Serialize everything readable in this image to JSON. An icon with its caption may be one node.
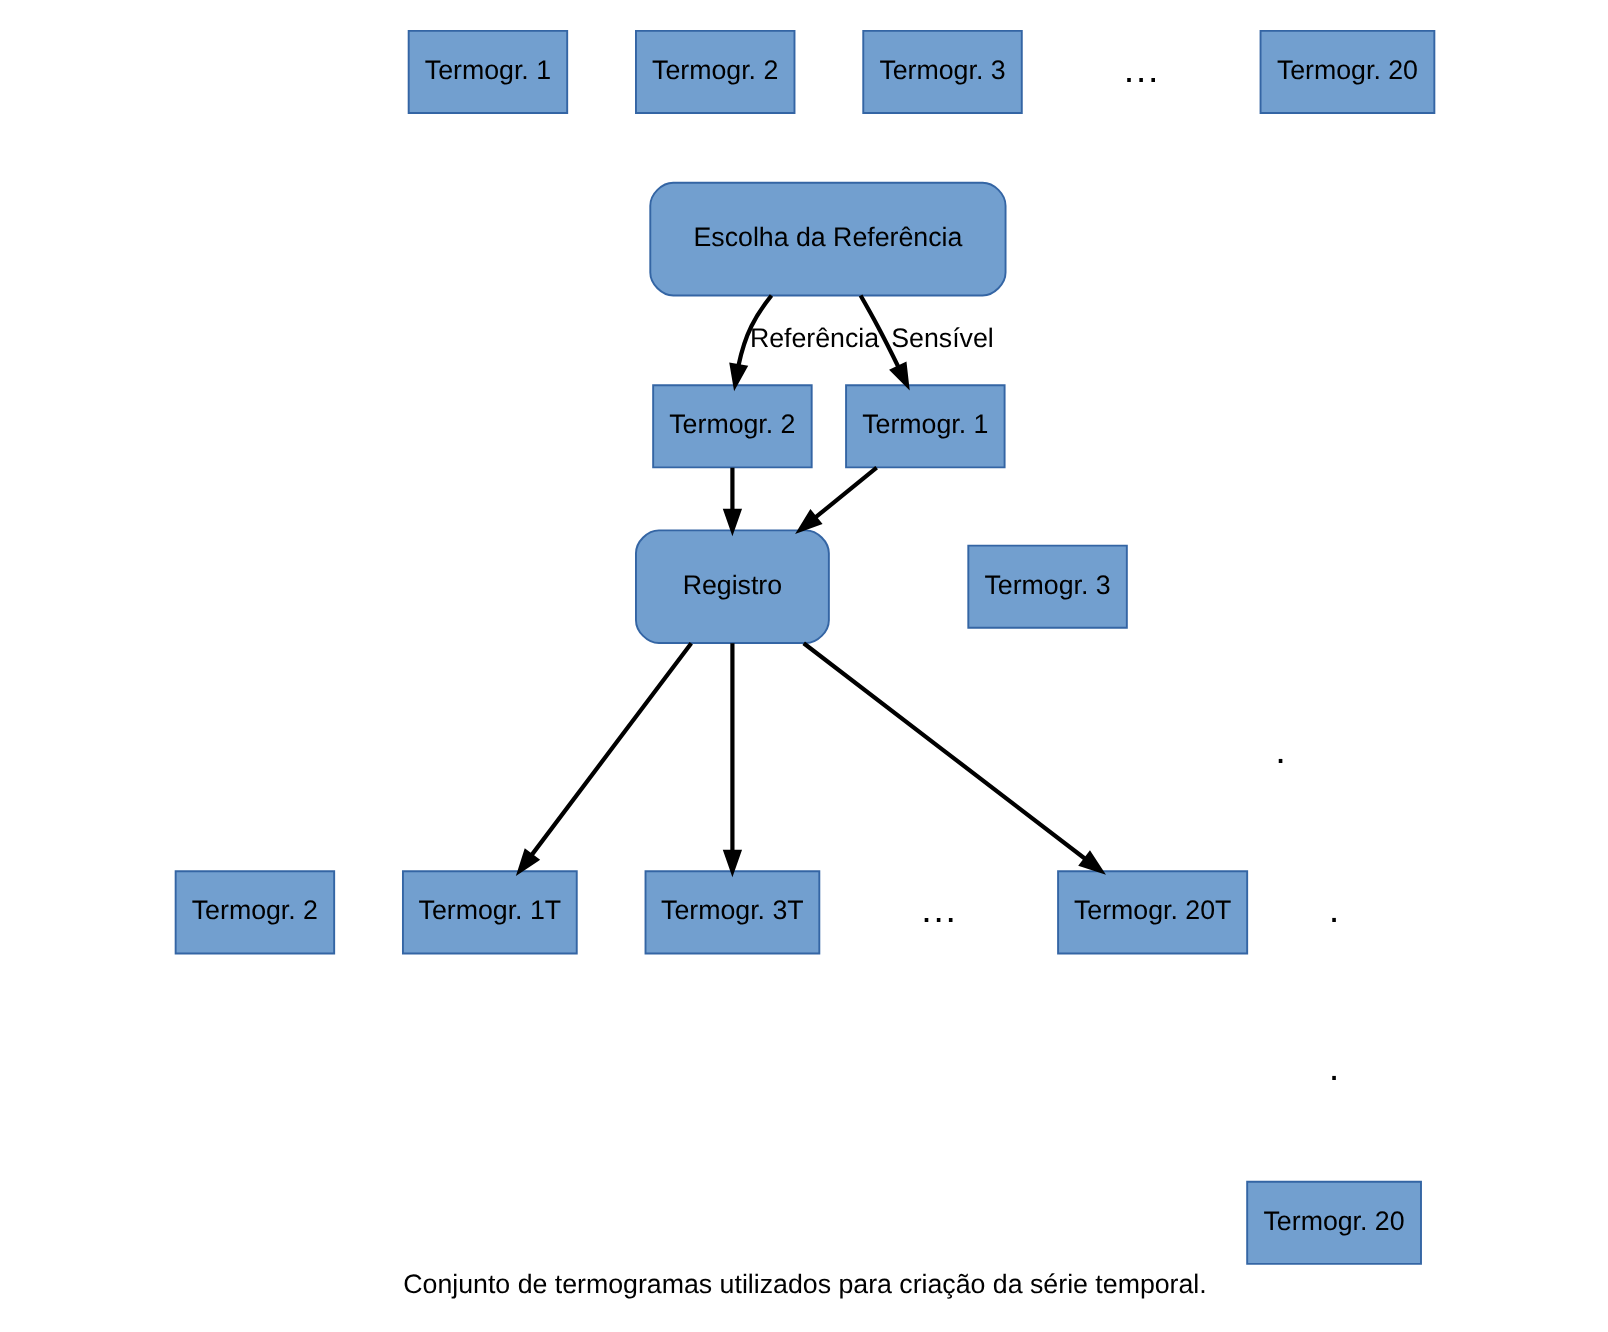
{
  "diagram": {
    "caption": "Conjunto de termogramas utilizados para criação da série temporal.",
    "nodes": [
      {
        "text": [
          "Termogr. 1"
        ]
      },
      {
        "text": [
          "Termogr. 2"
        ]
      },
      {
        "text": [
          "Termogr. 3"
        ]
      },
      {
        "text": [
          "Termogr. 20"
        ]
      },
      {
        "text": [
          "Escolha da Referência"
        ]
      },
      {
        "text": [
          "Termogr. 2"
        ]
      },
      {
        "text": [
          "Termogr. 1"
        ]
      },
      {
        "text": [
          "Registro"
        ]
      },
      {
        "text": [
          "Termogr. 3"
        ]
      },
      {
        "text": [
          "Termogr. 20"
        ]
      },
      {
        "text": [
          "Termogr. 2"
        ]
      },
      {
        "text": [
          "Termogr. 1T"
        ]
      },
      {
        "text": [
          "Termogr. 3T"
        ]
      },
      {
        "text": [
          "Termogr. 20T"
        ]
      }
    ],
    "edges": [
      {
        "from": 4,
        "to": 5,
        "arrow": "to",
        "label": "Referência"
      },
      {
        "from": 4,
        "to": 6,
        "arrow": "to",
        "label": "Sensível"
      },
      {
        "from": 5,
        "to": 7,
        "arrow": "to"
      },
      {
        "from": 6,
        "to": 7,
        "arrow": "to"
      },
      {
        "from": 7,
        "to": 11,
        "arrow": "to"
      },
      {
        "from": 7,
        "to": 12,
        "arrow": "to"
      },
      {
        "from": 7,
        "to": 13,
        "arrow": "to"
      }
    ],
    "labels": [
      "…",
      ".",
      ".",
      ".",
      "…"
    ]
  }
}
